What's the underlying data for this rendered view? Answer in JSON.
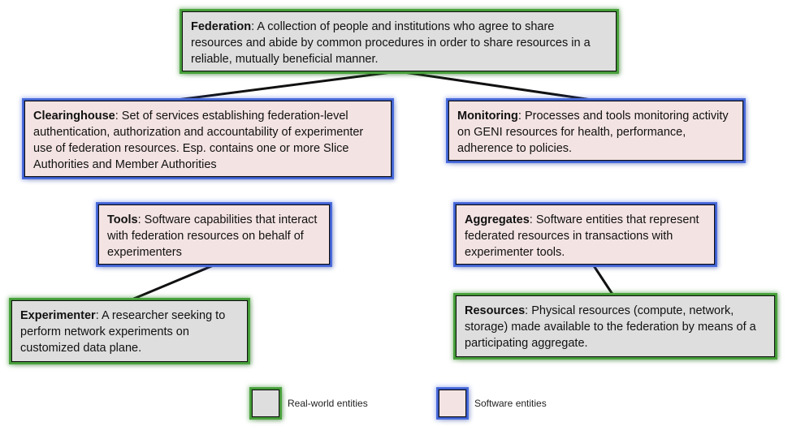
{
  "diagram": {
    "federation": {
      "term": "Federation",
      "text": ": A collection of people and institutions who agree to share resources and abide by common procedures in order to share resources in a reliable, mutually beneficial manner."
    },
    "clearinghouse": {
      "term": "Clearinghouse",
      "text": ": Set of services establishing federation-level authentication, authorization and accountability of experimenter use of federation resources. Esp. contains one or more Slice Authorities and Member Authorities"
    },
    "monitoring": {
      "term": "Monitoring",
      "text": ": Processes and tools monitoring activity on GENI resources for health, performance, adherence to policies."
    },
    "tools": {
      "term": "Tools",
      "text": ": Software capabilities that interact with federation resources on behalf of experimenters"
    },
    "aggregates": {
      "term": "Aggregates",
      "text": ": Software entities that represent federated resources in transactions with experimenter tools."
    },
    "experimenter": {
      "term": "Experimenter",
      "text": ": A researcher seeking to perform network experiments on customized data plane."
    },
    "resources": {
      "term": "Resources",
      "text": ": Physical resources (compute, network, storage) made available to the federation by means of a participating aggregate."
    }
  },
  "legend": {
    "real": "Real-world entities",
    "software": "Software entities"
  },
  "colors": {
    "real_fill": "#dedede",
    "software_fill": "#f4e3e3",
    "real_border": "#4aa23d",
    "software_border": "#4b6cdb"
  }
}
